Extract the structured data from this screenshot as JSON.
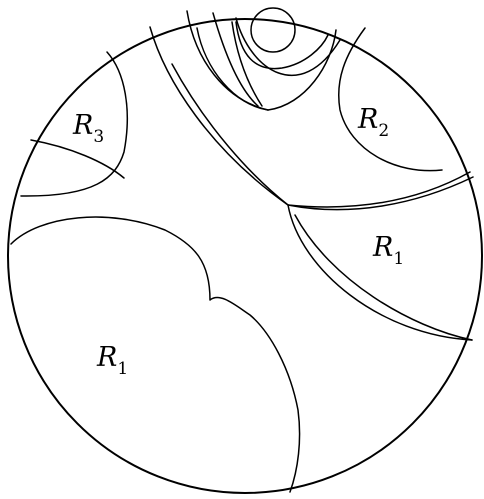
{
  "diagram": {
    "labels": {
      "r3": {
        "letter": "R",
        "sub": "3"
      },
      "r2": {
        "letter": "R",
        "sub": "2"
      },
      "r1_right": {
        "letter": "R",
        "sub": "1"
      },
      "r1_left": {
        "letter": "R",
        "sub": "1"
      }
    }
  }
}
